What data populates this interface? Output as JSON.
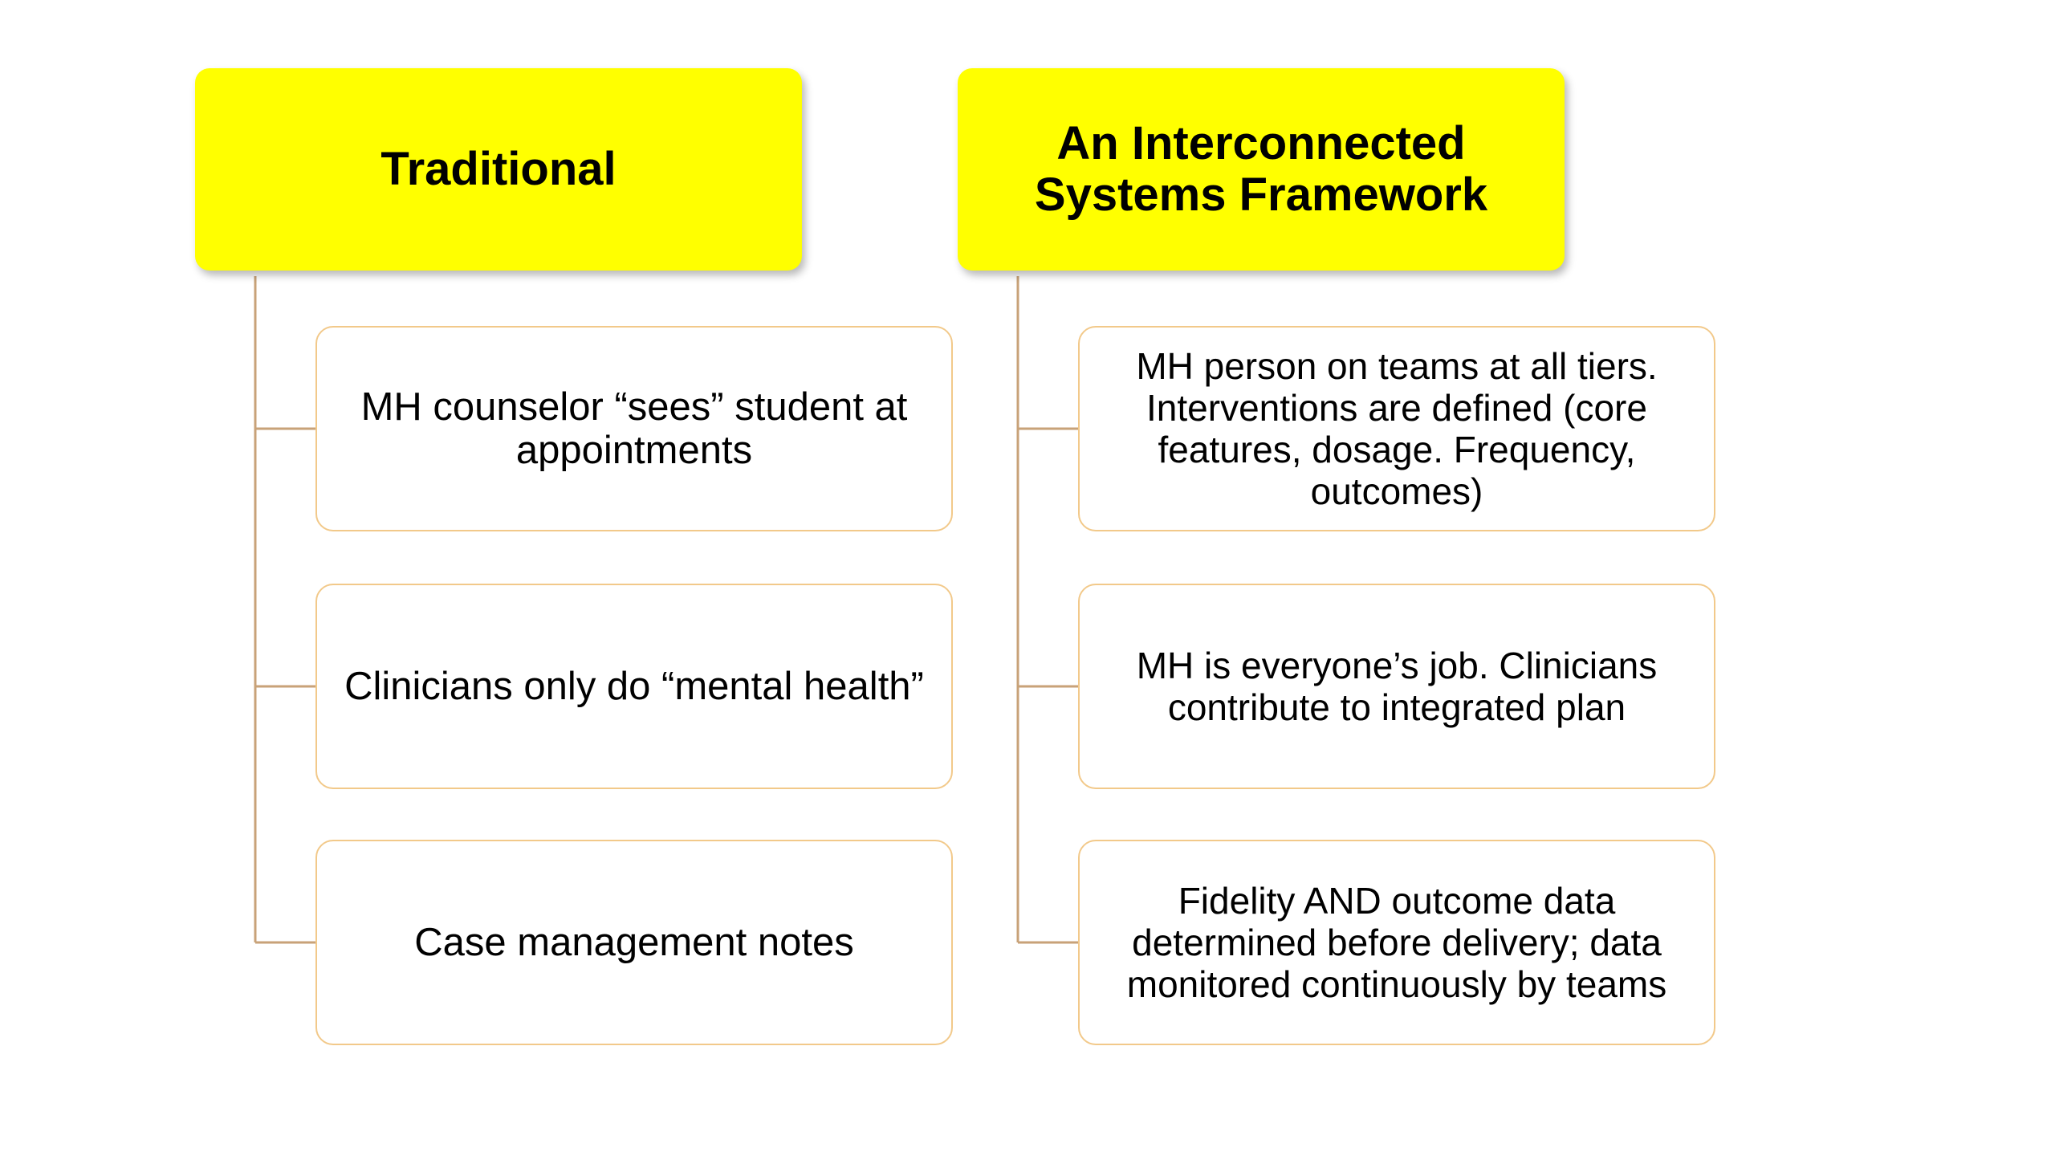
{
  "columns": [
    {
      "header": "Traditional",
      "items": [
        "MH counselor “sees” student at appointments",
        "Clinicians only do “mental health”",
        "Case management notes"
      ]
    },
    {
      "header": "An Interconnected Systems Framework",
      "items": [
        "MH person on teams at all tiers. Interventions are defined (core features, dosage. Frequency, outcomes)",
        "MH is everyone’s job. Clinicians contribute to integrated plan",
        "Fidelity AND outcome data determined before delivery; data monitored continuously by teams"
      ]
    }
  ],
  "colors": {
    "header_fill": "#ffff00",
    "item_border": "#f2c98a",
    "connector": "#c8a278"
  }
}
